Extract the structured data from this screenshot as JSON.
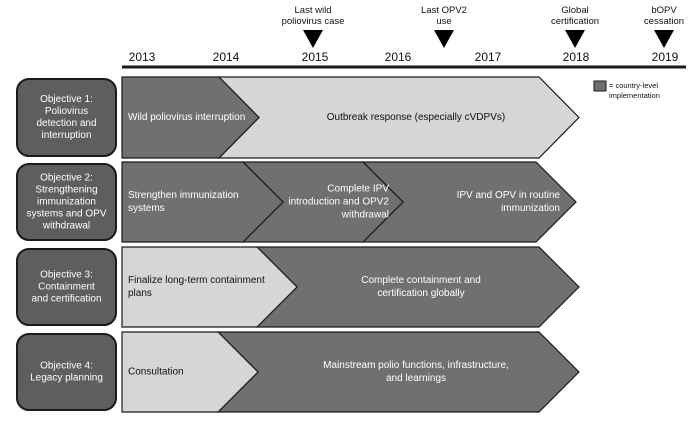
{
  "years": [
    "2013",
    "2014",
    "2015",
    "2016",
    "2017",
    "2018",
    "2019"
  ],
  "milestones": [
    {
      "lines": [
        "Last wild",
        "poliovirus case"
      ]
    },
    {
      "lines": [
        "Last OPV2",
        "use"
      ]
    },
    {
      "lines": [
        "Global",
        "certification"
      ]
    },
    {
      "lines": [
        "bOPV",
        "cessation"
      ]
    }
  ],
  "legend": {
    "lines": [
      "= country-level",
      "implementation"
    ]
  },
  "objectives": [
    {
      "label": [
        "Objective 1:",
        "Poliovirus",
        "detection and",
        "interruption"
      ],
      "phases": [
        {
          "lines": [
            "Wild poliovirus interruption"
          ]
        },
        {
          "lines": [
            "Outbreak response (especially cVDPVs)"
          ]
        }
      ]
    },
    {
      "label": [
        "Objective 2:",
        "Strengthening",
        "immunization",
        "systems and OPV",
        "withdrawal"
      ],
      "phases": [
        {
          "lines": [
            "Strengthen immunization",
            "systems"
          ]
        },
        {
          "lines": [
            "Complete IPV",
            "introduction and OPV2",
            "withdrawal"
          ]
        },
        {
          "lines": [
            "IPV and OPV in routine",
            "immunization"
          ]
        }
      ]
    },
    {
      "label": [
        "Objective 3:",
        "Containment",
        "and certification"
      ],
      "phases": [
        {
          "lines": [
            "Finalize long-term containment",
            "plans"
          ]
        },
        {
          "lines": [
            "Complete containment and",
            "certification globally"
          ]
        }
      ]
    },
    {
      "label": [
        "Objective 4:",
        "Legacy planning"
      ],
      "phases": [
        {
          "lines": [
            "Consultation"
          ]
        },
        {
          "lines": [
            "Mainstream polio functions, infrastructure,",
            "and learnings"
          ]
        }
      ]
    }
  ],
  "colors": {
    "dark_fill": "#707070",
    "light_fill": "#d6d6d6",
    "objective_fill": "#5e5e5e",
    "stroke": "#1a1a1a",
    "text_dark": "#111111",
    "text_light": "#ffffff"
  }
}
